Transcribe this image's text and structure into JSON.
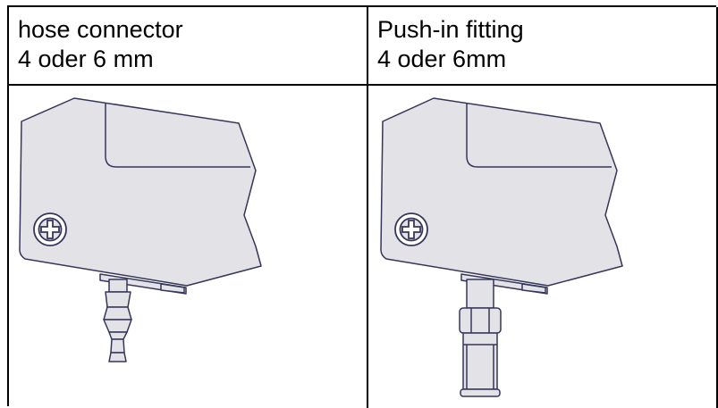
{
  "table": {
    "columns": [
      {
        "title_line1": "hose connector",
        "title_line2": "4 oder 6 mm",
        "illustration": "sensor-with-hose-connector"
      },
      {
        "title_line1": "Push-in fitting",
        "title_line2": "4 oder 6mm",
        "illustration": "sensor-with-push-in-fitting"
      }
    ]
  },
  "colors": {
    "body_fill": "#e3e3e7",
    "outline": "#36365a",
    "border": "#000000"
  }
}
